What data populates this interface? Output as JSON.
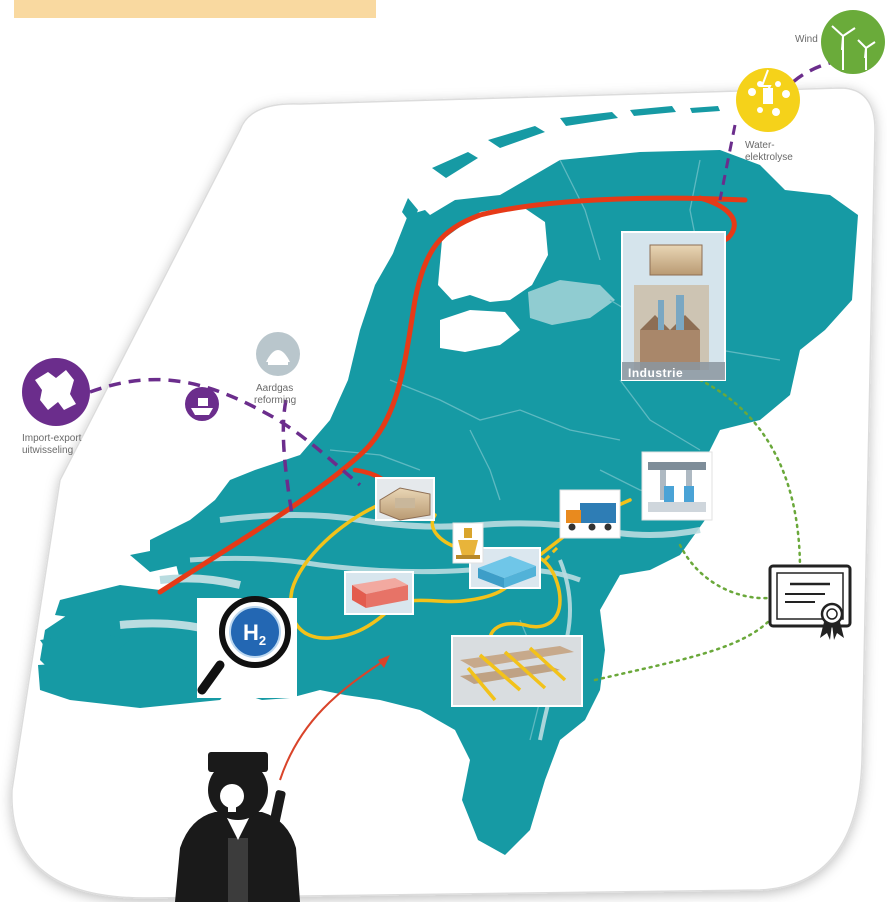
{
  "colors": {
    "land": "#169aa4",
    "water_cut": "#b9dce0",
    "border_lines": "#5eb9c1",
    "pipeline_red": "#e63a17",
    "pipeline_yellow": "#f2c21a",
    "dashed_purple": "#6b2d8c",
    "dotted_green": "#6aa83a",
    "header_bar": "#f9d9a0",
    "purple_badge": "#6b2d8c",
    "green_badge": "#6aab3a",
    "yellow_badge": "#f5d21a",
    "grey_badge": "#b9c6cc",
    "inspector_arrow": "#d9442a"
  },
  "labels": {
    "wind": "Wind",
    "water_line1": "Water-",
    "water_line2": "elektrolyse",
    "aardgas_line1": "Aardgas",
    "aardgas_line2": "reforming",
    "import_line1": "Import-export",
    "import_line2": "uitwisseling",
    "industrie": "Industrie",
    "h2": "H",
    "h2_sub": "2"
  },
  "icons": [
    "wind-turbine-icon",
    "electrolysis-icon",
    "natural-gas-reforming-icon",
    "europe-map-icon",
    "ship-import-icon",
    "hydrogen-magnifier-icon",
    "certificate-icon",
    "inspector-person-icon",
    "truck-icon",
    "fuel-station-icon",
    "industry-plant-icon",
    "storage-cavern-icon"
  ]
}
